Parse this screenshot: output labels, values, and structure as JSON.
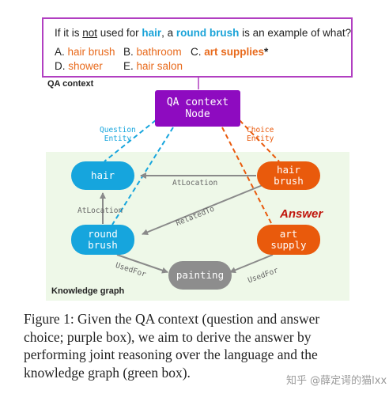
{
  "qa_context": {
    "question_parts": [
      "If it is ",
      "not",
      " used for ",
      "hair",
      ", a ",
      "round brush",
      " is an example of what?"
    ],
    "options": [
      {
        "letter": "A.",
        "text": "hair brush",
        "correct": false
      },
      {
        "letter": "B.",
        "text": "bathroom",
        "correct": false
      },
      {
        "letter": "C.",
        "text": "art supplies",
        "correct": true,
        "marker": "*"
      },
      {
        "letter": "D.",
        "text": "shower",
        "correct": false
      },
      {
        "letter": "E.",
        "text": "hair salon",
        "correct": false
      }
    ],
    "label": "QA context"
  },
  "nodes": {
    "qa_node": [
      "QA context",
      "Node"
    ],
    "hair": [
      "hair"
    ],
    "hair_brush": [
      "hair",
      "brush"
    ],
    "round_brush": [
      "round",
      "brush"
    ],
    "art_supply": [
      "art",
      "supply"
    ],
    "painting": [
      "painting"
    ]
  },
  "edge_labels": {
    "question_entity": [
      "Question",
      "Entity"
    ],
    "choice_entity": [
      "Choice",
      "Entity"
    ],
    "atlocation_top": "AtLocation",
    "atlocation_left": "AtLocation",
    "relatedto": "RelatedTo",
    "usedfor_left": "UsedFor",
    "usedfor_right": "UsedFor"
  },
  "answer_label": "Answer",
  "kg_label": "Knowledge graph",
  "caption_lines": [
    "Figure 1: Given the QA context (question and answer",
    "choice; purple box), we aim to derive the answer by",
    "performing joint reasoning over the language and the",
    "knowledge graph (green box)."
  ],
  "watermark": "知乎 @薛定谔的猫lxx",
  "colors": {
    "purple": "#8e0bc0",
    "blue": "#16a5dd",
    "orange": "#e95a0c",
    "grey": "#8d8d8d",
    "green_bg": "#eef8e8"
  }
}
